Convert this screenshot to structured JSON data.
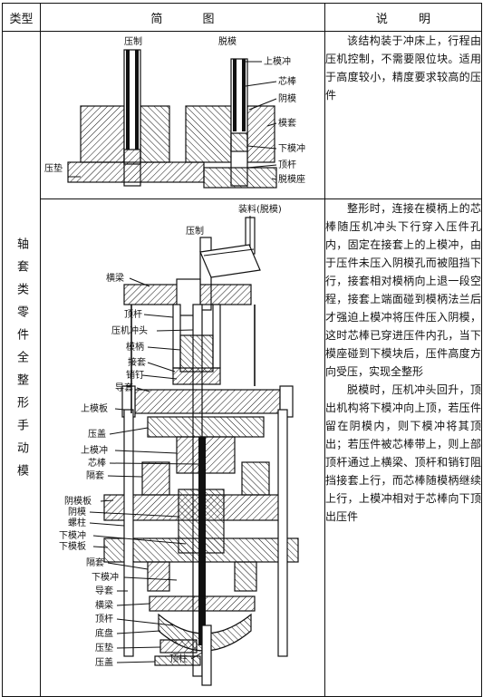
{
  "header": {
    "type": "类型",
    "diagram": "简 图",
    "explain": "说 明"
  },
  "category": "轴套类零件全整形手动模",
  "row1": {
    "labels": {
      "press": "压制",
      "eject": "脱模",
      "upper_punch": "上模冲",
      "core_rod": "芯棒",
      "female_die": "阴模",
      "die_sleeve": "模套",
      "lower_punch": "下模冲",
      "ejector_rod": "顶杆",
      "eject_seat": "脱模座",
      "press_pad": "压垫"
    },
    "description": "该结构装于冲床上，行程由压机控制，不需要限位块。适用于高度较小，精度要求较高的压件"
  },
  "row2": {
    "labels": {
      "feed": "装料(脱模)",
      "press": "压制",
      "crossbeam": "横梁",
      "ejector_rod": "顶杆",
      "press_ram": "压机冲头",
      "die_shank": "模柄",
      "sleeve": "接套",
      "pin": "销钉",
      "guide_sleeve": "导套",
      "upper_plate": "上模板",
      "press_cap": "压盖",
      "upper_punch": "上模冲",
      "core_rod": "芯棒",
      "spacer": "隔套",
      "female_plate": "阴模板",
      "female_die": "阴模",
      "bolt_col": "螺柱",
      "lower_punch": "下模冲",
      "lower_plate": "下模板",
      "spacer2": "隔套",
      "lower_punch2": "下模冲",
      "guide_sleeve2": "导套",
      "crossbeam2": "横梁",
      "ejector_rod2": "顶杆",
      "base_plate": "底盘",
      "press_pad": "压垫",
      "press_cap2": "压盖",
      "top_column": "顶柱"
    },
    "description_p1": "整形时，连接在模柄上的芯棒随压机冲头下行穿入压件孔内，固定在接套上的上模冲，由于压件未压入阴模孔而被阻挡下行，接套相对模柄向上退一段空程，接套上端面碰到模柄法兰后才强迫上模冲将压件压入阴模，这时芯棒已穿进压件内孔，当下模座碰到下模块后，压件高度方向受压，实现全整形",
    "description_p2": "脱模时，压机冲头回升，顶出机构将下模冲向上顶，若压件留在阴模内，则下模冲将其顶出；若压件被芯棒带上，则上部顶杆通过上横梁、顶杆和销钉阻挡接套上行，而芯棒随模柄继续上行，上模冲相对于芯棒向下顶出压件"
  }
}
